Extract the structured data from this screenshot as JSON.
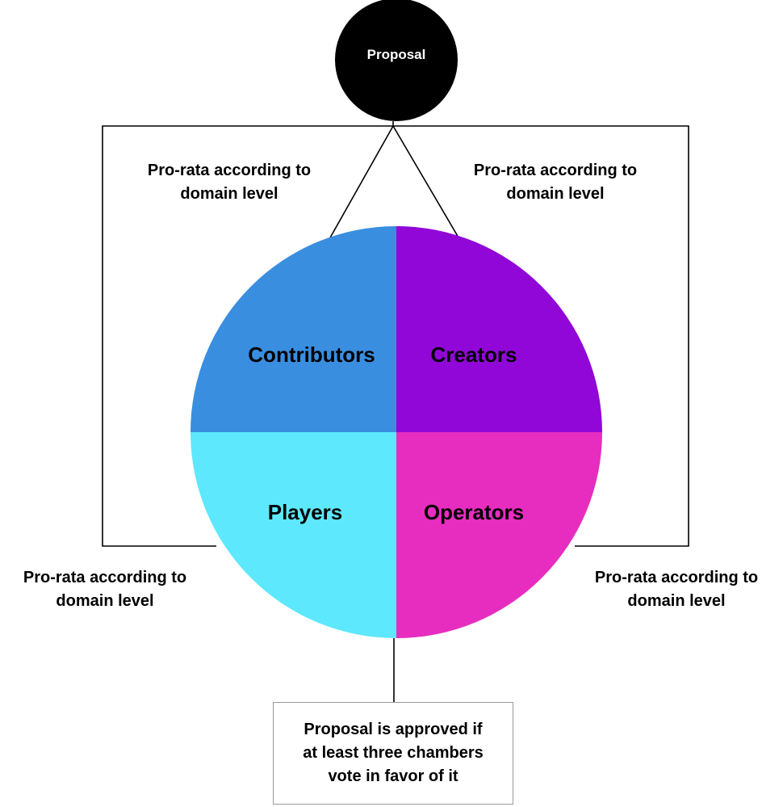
{
  "proposal": {
    "label": "Proposal"
  },
  "pro_rata": {
    "top_left": "Pro-rata according to\ndomain level",
    "top_right": "Pro-rata according to\ndomain level",
    "bottom_left": "Pro-rata according to\ndomain level",
    "bottom_right": "Pro-rata according to\ndomain level"
  },
  "chambers": {
    "contributors": {
      "label": "Contributors",
      "color": "#398ee0"
    },
    "creators": {
      "label": "Creators",
      "color": "#9107d8"
    },
    "players": {
      "label": "Players",
      "color": "#5de8fd"
    },
    "operators": {
      "label": "Operators",
      "color": "#e72dbf"
    }
  },
  "result": {
    "text": "Proposal is approved if\nat least three chambers\nvote in favor of it"
  },
  "colors": {
    "proposal_fill": "#000000",
    "lines": "#000000",
    "result_border": "#9a9a9a"
  }
}
